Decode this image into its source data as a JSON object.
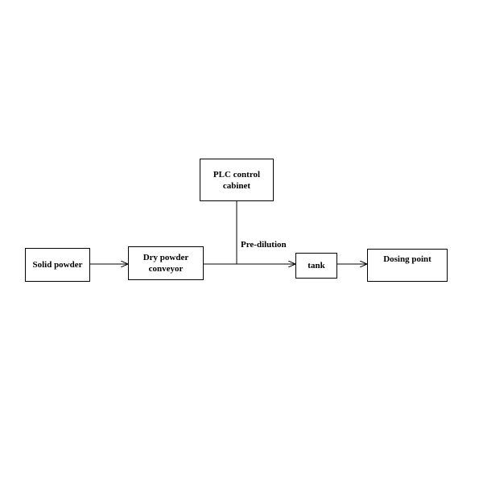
{
  "diagram": {
    "nodes": {
      "solid_powder": "Solid powder",
      "dry_powder_conveyor": "Dry powder conveyor",
      "plc_control_cabinet": "PLC control cabinet",
      "tank": "tank",
      "dosing_point": "Dosing point"
    },
    "edge_labels": {
      "pre_dilution": "Pre-dilution"
    },
    "line_color": "#000000",
    "background_color": "#ffffff"
  }
}
